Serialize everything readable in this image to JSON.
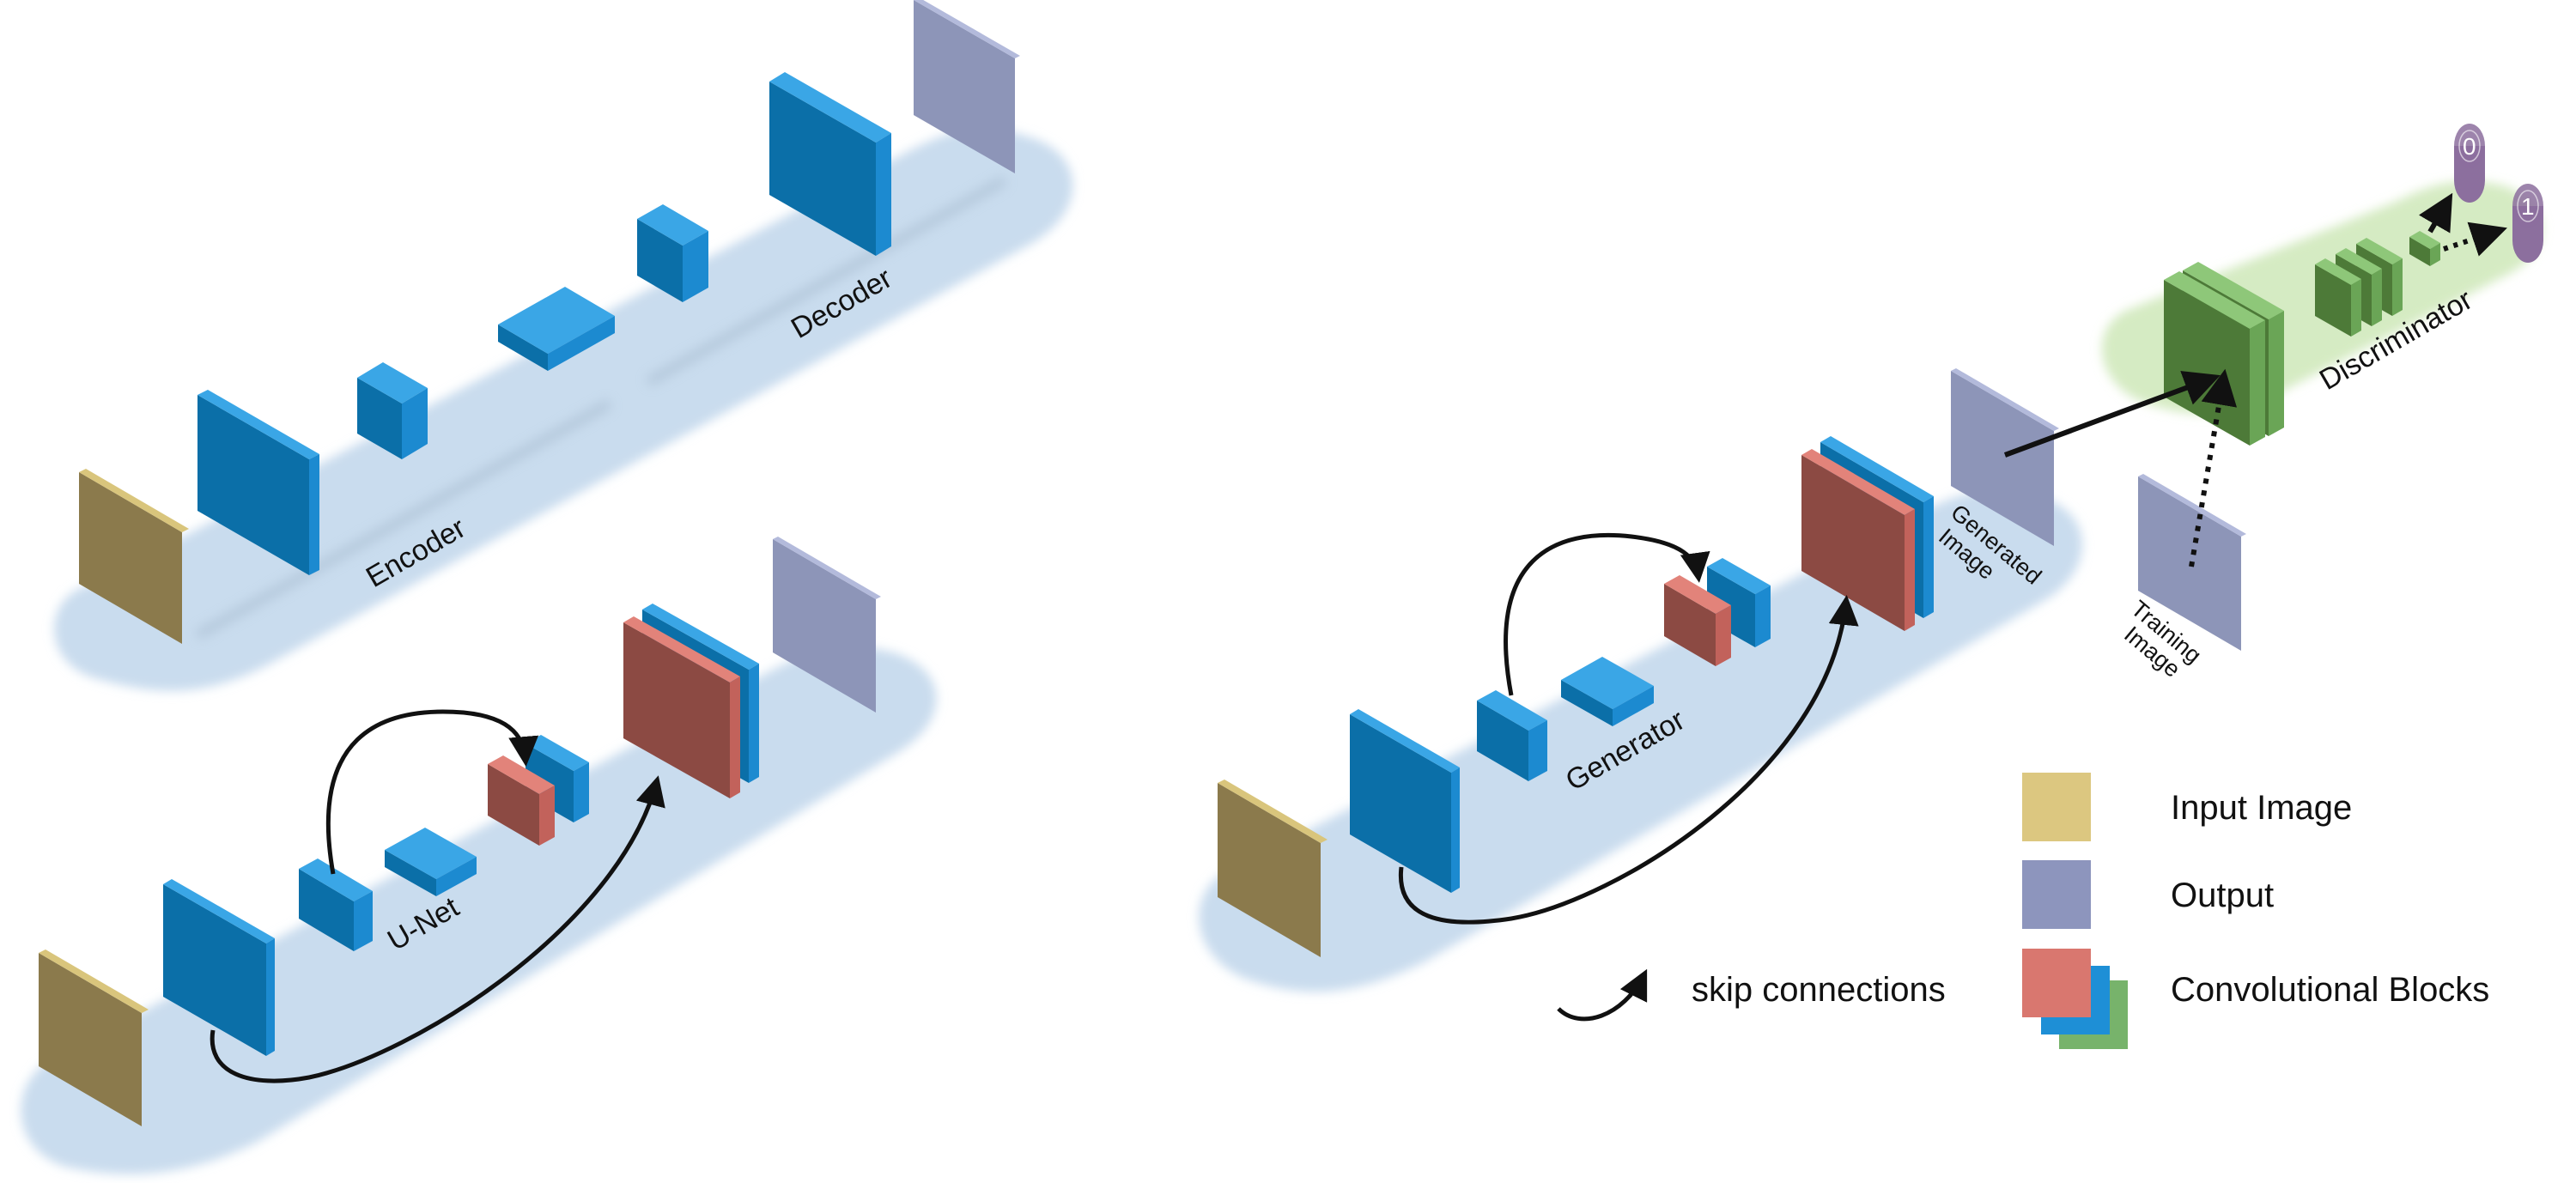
{
  "labels": {
    "encoder": "Encoder",
    "decoder": "Decoder",
    "unet": "U-Net",
    "generator": "Generator",
    "generated_image_line1": "Generated",
    "generated_image_line2": "Image",
    "training_image_line1": "Training",
    "training_image_line2": "Image",
    "discriminator": "Discriminator",
    "output_zero": "0",
    "output_one": "1"
  },
  "legend": {
    "skip_connections": "skip connections",
    "input_image": "Input Image",
    "output": "Output",
    "convolutional_blocks": "Convolutional Blocks"
  },
  "colors": {
    "platform_blue": "#c9dcee",
    "platform_green": "#d5ebc3",
    "input_image": "#8b7a4c",
    "input_image_edge": "#d9c57c",
    "output_image": "#8d95b8",
    "output_image_edge": "#b3badb",
    "conv_blue_front": "#0b6fa8",
    "conv_blue_top": "#3aa6e6",
    "conv_blue_side": "#1c8ad0",
    "conv_red_front": "#8c4a43",
    "conv_red_top": "#e2837a",
    "conv_red_side": "#c2625b",
    "disc_green_front": "#4d7a38",
    "disc_green_top": "#8ec779",
    "disc_green_side": "#6aa556",
    "cylinder": "#8c6f9e",
    "legend_input": "#dcc780",
    "legend_output": "#8d95bd",
    "legend_red": "#d9776f",
    "legend_blue": "#1e8fd6",
    "legend_green": "#77b36b"
  },
  "icons": {
    "skip_arrow": "curved-arrow-icon",
    "dotted_arrow": "dotted-arrow-icon"
  }
}
